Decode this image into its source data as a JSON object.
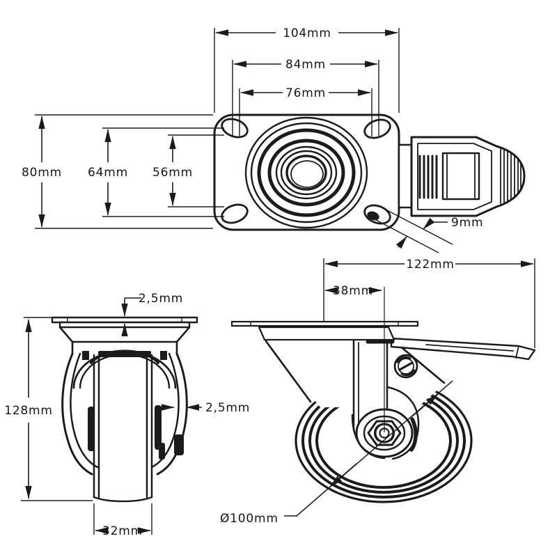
{
  "colors": {
    "background": "#ffffff",
    "line": "#1b1b1b"
  },
  "views": {
    "top": {
      "dims": {
        "plate_width": "104mm",
        "hole_spacing_h_outer": "84mm",
        "hole_spacing_h_inner": "76mm",
        "plate_depth": "80mm",
        "hole_spacing_v_outer": "64mm",
        "hole_spacing_v_inner": "56mm",
        "hole_diameter": "9mm"
      }
    },
    "front": {
      "dims": {
        "plate_thickness": "2,5mm",
        "overall_height": "128mm",
        "fork_thickness": "2,5mm",
        "wheel_width": "32mm"
      }
    },
    "side": {
      "dims": {
        "overall_length": "122mm",
        "swivel_offset": "38mm",
        "wheel_diameter": "Ø100mm"
      }
    }
  }
}
